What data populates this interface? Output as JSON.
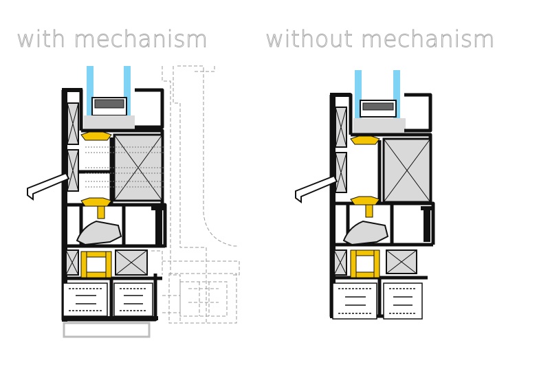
{
  "titles": {
    "with_mechanism": "with mechanism",
    "without_mechanism": "without mechanism"
  },
  "colors": {
    "profile_black": "#111111",
    "glass_blue": "#7fd3f5",
    "gasket_yellow": "#f5c400",
    "insulation_grey": "#d9d9d9",
    "dashed_outline": "#9a9a9a",
    "title_outline": "#a6a6a6"
  },
  "icons": [
    "window-section-with-mechanism",
    "window-section-without-mechanism"
  ]
}
